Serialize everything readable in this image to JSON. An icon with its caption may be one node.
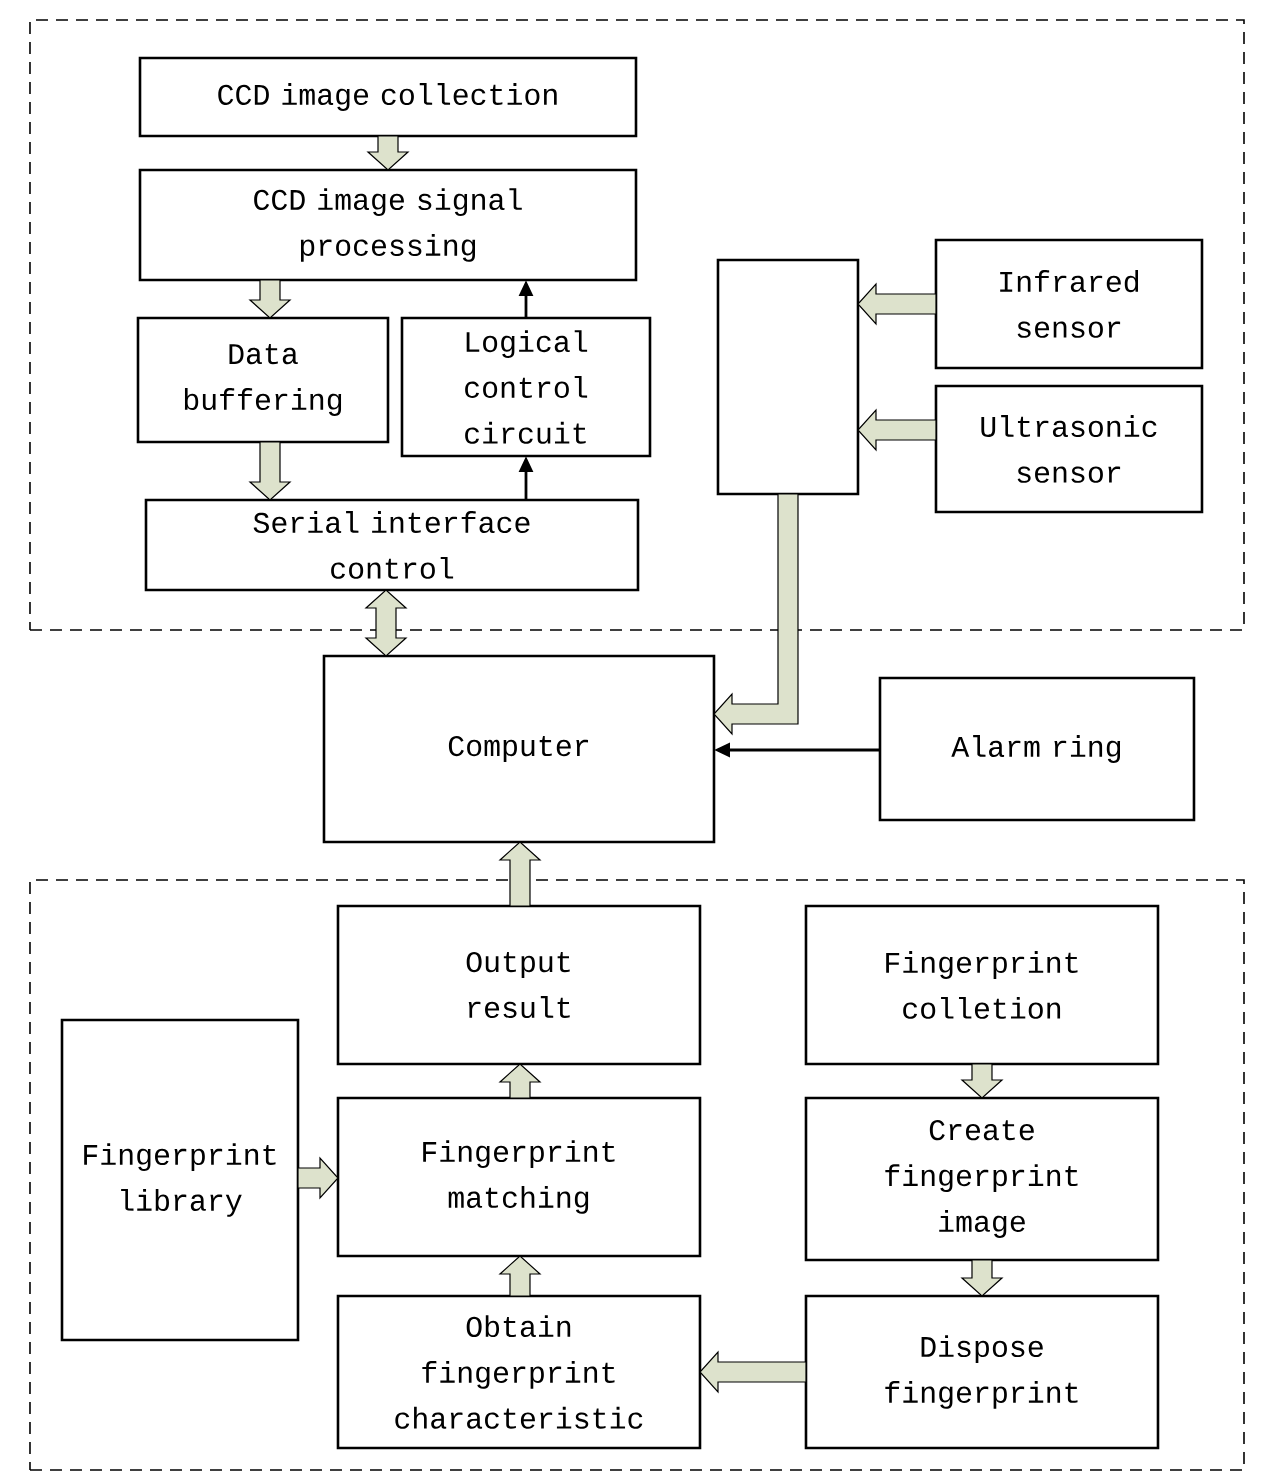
{
  "diagram": {
    "nodes": [
      {
        "text": [],
        "shape": "box"
      },
      {
        "text": [
          "CCD image collection"
        ],
        "in": 0
      },
      {
        "text": [
          "CCD image signal processing"
        ],
        "in": 0
      },
      {
        "text": [
          "Data buffering"
        ],
        "in": 0
      },
      {
        "text": [
          "Logical control circuit"
        ],
        "in": 0
      },
      {
        "text": [
          "Serial interface control"
        ],
        "in": 0
      },
      {
        "text": [],
        "shape": "box",
        "in": 0
      },
      {
        "text": [
          "Infrared sensor"
        ],
        "in": 0
      },
      {
        "text": [
          "Ultrasonic sensor"
        ],
        "in": 0
      },
      {
        "text": [
          "Computer"
        ]
      },
      {
        "text": [
          "Alarm ring"
        ]
      },
      {
        "text": [],
        "shape": "box"
      },
      {
        "text": [
          "Output result"
        ],
        "in": 11
      },
      {
        "text": [
          "Fingerprint colletion"
        ],
        "in": 11
      },
      {
        "text": [
          "Fingerprint library"
        ],
        "in": 11
      },
      {
        "text": [
          "Fingerprint matching"
        ],
        "in": 11
      },
      {
        "text": [
          "Create fingerprint image"
        ],
        "in": 11
      },
      {
        "text": [
          "Obtain fingerprint characteristic"
        ],
        "in": 11
      },
      {
        "text": [
          "Dispose fingerprint"
        ],
        "in": 11
      }
    ],
    "edges": [
      {
        "from": 1,
        "to": 2,
        "arrow": "to",
        "style": "thick"
      },
      {
        "from": 2,
        "to": 3,
        "arrow": "to",
        "style": "thick"
      },
      {
        "from": 3,
        "to": 5,
        "arrow": "to",
        "style": "thick"
      },
      {
        "from": 5,
        "to": 4,
        "arrow": "to"
      },
      {
        "from": 4,
        "to": 2,
        "arrow": "to"
      },
      {
        "from": 7,
        "to": 6,
        "arrow": "to",
        "style": "thick"
      },
      {
        "from": 8,
        "to": 6,
        "arrow": "to",
        "style": "thick"
      },
      {
        "from": 6,
        "to": 9,
        "arrow": "to",
        "style": "thick"
      },
      {
        "from": 5,
        "to": 9,
        "arrow": "both",
        "style": "thick"
      },
      {
        "from": 10,
        "to": 9,
        "arrow": "to"
      },
      {
        "from": 12,
        "to": 9,
        "arrow": "to",
        "style": "thick"
      },
      {
        "from": 15,
        "to": 12,
        "arrow": "to",
        "style": "thick"
      },
      {
        "from": 17,
        "to": 15,
        "arrow": "to",
        "style": "thick"
      },
      {
        "from": 14,
        "to": 15,
        "arrow": "to",
        "style": "thick"
      },
      {
        "from": 13,
        "to": 16,
        "arrow": "to",
        "style": "thick"
      },
      {
        "from": 16,
        "to": 18,
        "arrow": "to",
        "style": "thick"
      },
      {
        "from": 18,
        "to": 17,
        "arrow": "to",
        "style": "thick"
      }
    ]
  }
}
